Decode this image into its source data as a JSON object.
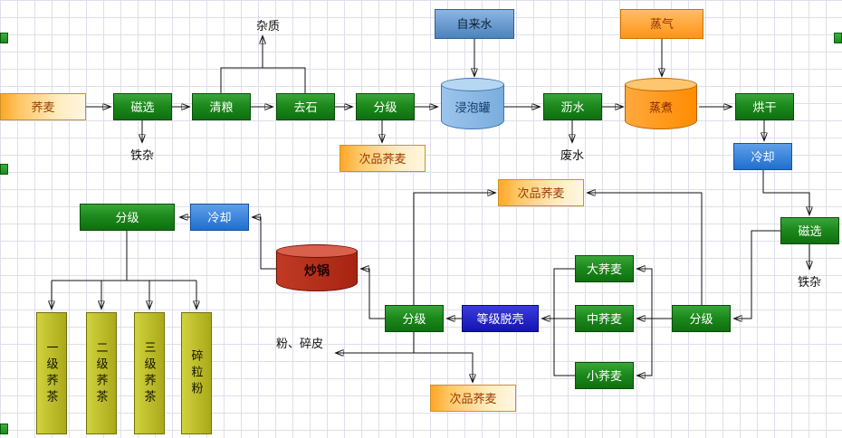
{
  "diagram": {
    "type": "flowchart",
    "language": "zh-CN",
    "nodes": {
      "buckwheat_input": "荞麦",
      "magnetic_separation_1": "磁选",
      "grain_cleaning": "清粮",
      "stone_removal": "去石",
      "grading_1": "分级",
      "soaking_tank": "浸泡罐",
      "draining": "沥水",
      "steam_cooking": "蒸煮",
      "drying": "烘干",
      "tap_water": "自来水",
      "steam": "蒸气",
      "reject_buckwheat_1": "次品荞麦",
      "cooling_1": "冷却",
      "magnetic_separation_2": "磁选",
      "reject_buckwheat_2": "次品荞麦",
      "grading_2": "分级",
      "large_buckwheat": "大荞麦",
      "medium_buckwheat": "中荞麦",
      "small_buckwheat": "小荞麦",
      "grade_hulling": "等级脱壳",
      "grading_3": "分级",
      "reject_buckwheat_3": "次品荞麦",
      "frying_pot": "炒锅",
      "cooling_2": "冷却",
      "grading_4": "分级",
      "tea_grade_1": "一级荞茶",
      "tea_grade_2": "二级荞茶",
      "tea_grade_3": "三级荞茶",
      "broken_grain_powder": "碎粒粉"
    },
    "byproduct_labels": {
      "impurities": "杂质",
      "iron_debris_1": "铁杂",
      "waste_water": "废水",
      "iron_debris_2": "铁杂",
      "powder_broken_husk": "粉、碎皮"
    },
    "colors": {
      "process_green": "#1d8a1d",
      "raw_reject_yellow": "#ffa629",
      "cooling_blue": "#1f6fd0",
      "tap_water_blue": "#4c82bd",
      "steam_orange": "#ff9416",
      "hulling_royal_blue": "#1414b4",
      "pot_red": "#a82412",
      "tank_blue": "#7aadde",
      "tea_olive": "#a9a91a",
      "grid_line": "#dfdfeb",
      "connector": "#111111"
    }
  }
}
